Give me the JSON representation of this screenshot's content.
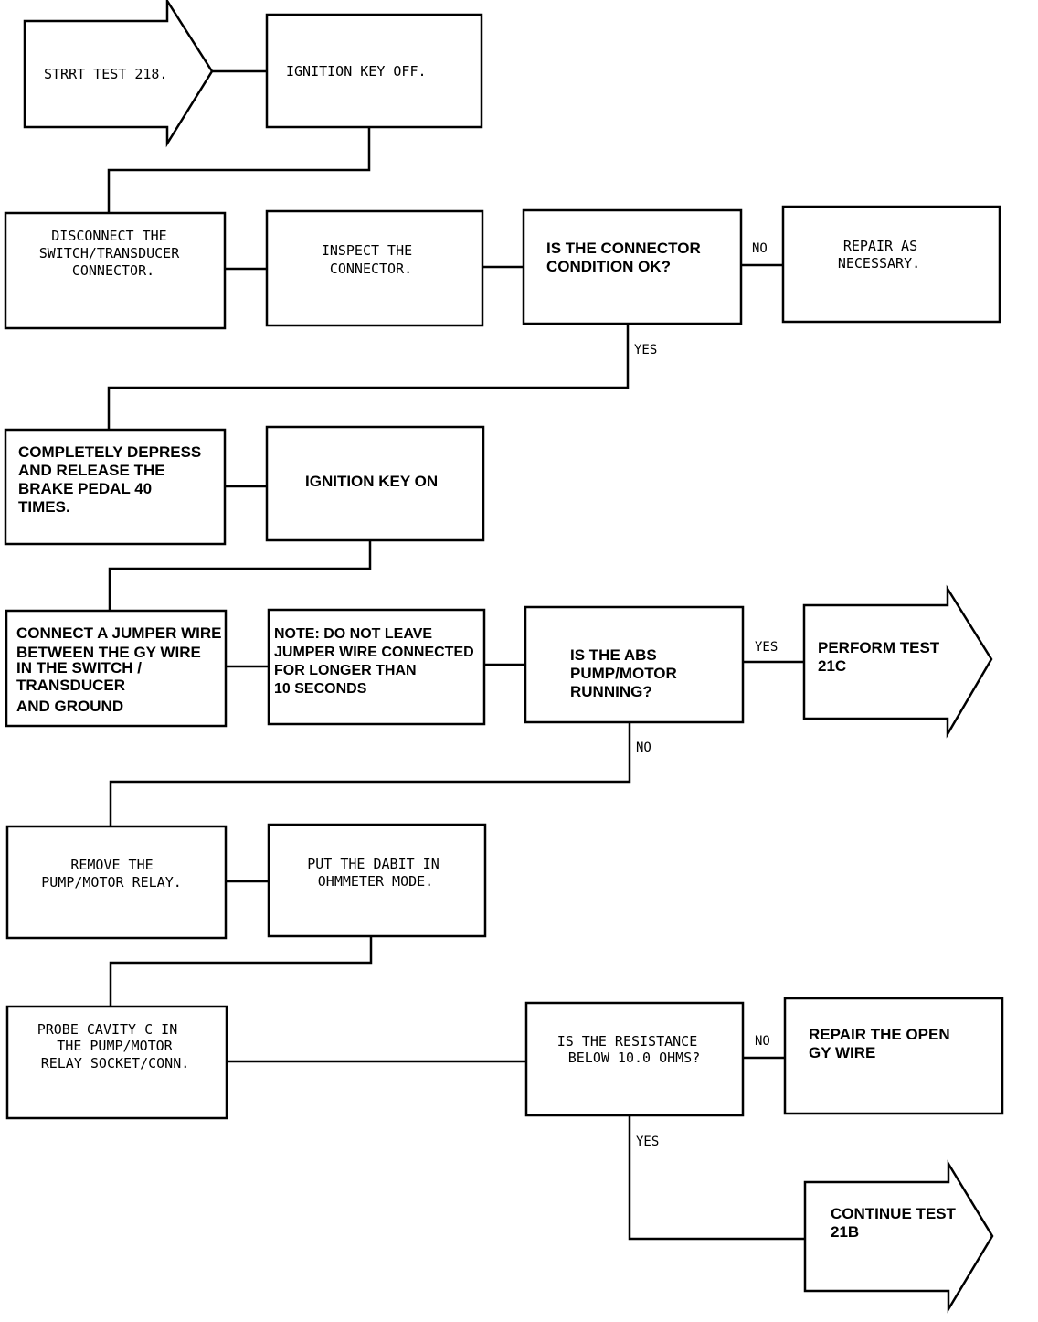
{
  "flowchart": {
    "start": {
      "text": "STRRT TEST 218."
    },
    "ignition_off": {
      "text": "IGNITION KEY OFF."
    },
    "disconnect": {
      "lines": [
        "DISCONNECT THE",
        "SWITCH/TRANSDUCER",
        "CONNECTOR."
      ]
    },
    "inspect": {
      "lines": [
        "INSPECT THE",
        "CONNECTOR."
      ]
    },
    "connector_ok": {
      "lines": [
        "IS THE CONNECTOR",
        "CONDITION OK?"
      ]
    },
    "repair_connector": {
      "lines": [
        "REPAIR AS",
        "NECESSARY."
      ]
    },
    "depress_pedal": {
      "lines": [
        "COMPLETELY DEPRESS",
        "AND RELEASE THE",
        "BRAKE PEDAL 40",
        "TIMES."
      ]
    },
    "ignition_on": {
      "text": "IGNITION KEY ON"
    },
    "jumper": {
      "lines": [
        "CONNECT A JUMPER WIRE",
        "BETWEEN THE GY WIRE",
        "IN THE  SWITCH /",
        "TRANSDUCER",
        " AND GROUND"
      ]
    },
    "note": {
      "lines": [
        "NOTE: DO NOT LEAVE",
        "JUMPER WIRE CONNECTED",
        "FOR LONGER THAN",
        "10 SECONDS"
      ]
    },
    "pump_running": {
      "lines": [
        "IS THE ABS",
        "PUMP/MOTOR",
        "RUNNING?"
      ]
    },
    "perform_21c": {
      "lines": [
        "PERFORM TEST",
        "21C"
      ]
    },
    "remove_relay": {
      "lines": [
        "REMOVE THE",
        "PUMP/MOTOR RELAY."
      ]
    },
    "dabit": {
      "lines": [
        "PUT THE DABIT IN",
        "OHMMETER MODE."
      ]
    },
    "probe": {
      "lines": [
        "PROBE CAVITY C IN",
        "THE PUMP/MOTOR",
        "RELAY SOCKET/CONN."
      ]
    },
    "resistance": {
      "lines": [
        "IS THE RESISTANCE",
        "BELOW 10.0 OHMS?"
      ]
    },
    "repair_gy": {
      "lines": [
        "REPAIR THE OPEN",
        "GY WIRE"
      ]
    },
    "continue_21b": {
      "lines": [
        "CONTINUE TEST",
        "21B"
      ]
    },
    "labels": {
      "no1": "NO",
      "yes1": "YES",
      "yes2": "YES",
      "no2": "NO",
      "no3": "NO",
      "yes3": "YES"
    }
  }
}
